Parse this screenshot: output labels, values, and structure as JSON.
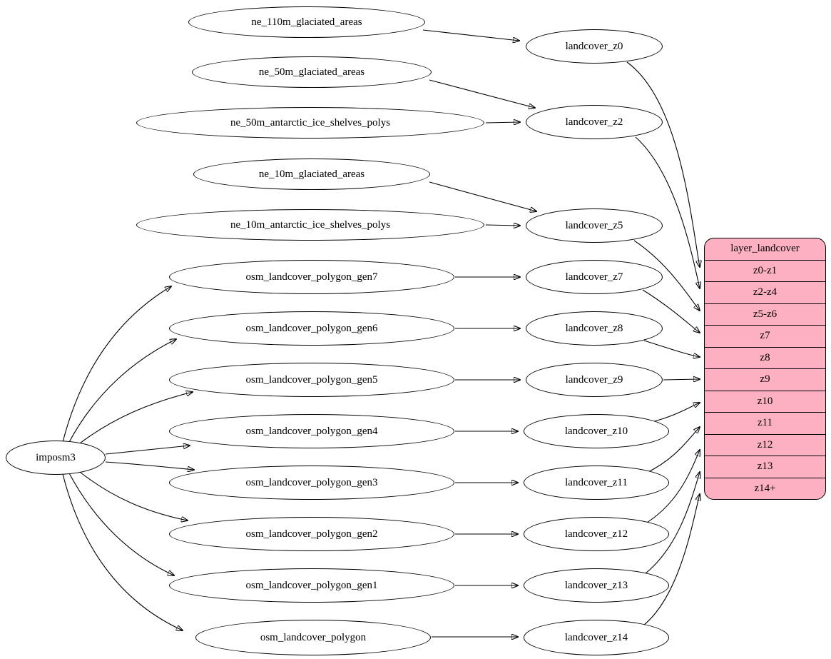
{
  "diagram_type": "graphviz-dependency-graph",
  "colors": {
    "record_fill": "#fcb0c1",
    "node_fill": "#ffffff",
    "edge_stroke": "#000000"
  },
  "nodes": {
    "imposm3": "imposm3",
    "ne_110m_glaciated_areas": "ne_110m_glaciated_areas",
    "ne_50m_glaciated_areas": "ne_50m_glaciated_areas",
    "ne_50m_antarctic_ice_shelves_polys": "ne_50m_antarctic_ice_shelves_polys",
    "ne_10m_glaciated_areas": "ne_10m_glaciated_areas",
    "ne_10m_antarctic_ice_shelves_polys": "ne_10m_antarctic_ice_shelves_polys",
    "osm_landcover_polygon_gen7": "osm_landcover_polygon_gen7",
    "osm_landcover_polygon_gen6": "osm_landcover_polygon_gen6",
    "osm_landcover_polygon_gen5": "osm_landcover_polygon_gen5",
    "osm_landcover_polygon_gen4": "osm_landcover_polygon_gen4",
    "osm_landcover_polygon_gen3": "osm_landcover_polygon_gen3",
    "osm_landcover_polygon_gen2": "osm_landcover_polygon_gen2",
    "osm_landcover_polygon_gen1": "osm_landcover_polygon_gen1",
    "osm_landcover_polygon": "osm_landcover_polygon",
    "landcover_z0": "landcover_z0",
    "landcover_z2": "landcover_z2",
    "landcover_z5": "landcover_z5",
    "landcover_z7": "landcover_z7",
    "landcover_z8": "landcover_z8",
    "landcover_z9": "landcover_z9",
    "landcover_z10": "landcover_z10",
    "landcover_z11": "landcover_z11",
    "landcover_z12": "landcover_z12",
    "landcover_z13": "landcover_z13",
    "landcover_z14": "landcover_z14"
  },
  "record": {
    "title": "layer_landcover",
    "rows": [
      "z0-z1",
      "z2-z4",
      "z5-z6",
      "z7",
      "z8",
      "z9",
      "z10",
      "z11",
      "z12",
      "z13",
      "z14+"
    ]
  },
  "edges": [
    [
      "ne_110m_glaciated_areas",
      "landcover_z0"
    ],
    [
      "ne_50m_glaciated_areas",
      "landcover_z2"
    ],
    [
      "ne_50m_antarctic_ice_shelves_polys",
      "landcover_z2"
    ],
    [
      "ne_10m_glaciated_areas",
      "landcover_z5"
    ],
    [
      "ne_10m_antarctic_ice_shelves_polys",
      "landcover_z5"
    ],
    [
      "imposm3",
      "osm_landcover_polygon_gen7"
    ],
    [
      "imposm3",
      "osm_landcover_polygon_gen6"
    ],
    [
      "imposm3",
      "osm_landcover_polygon_gen5"
    ],
    [
      "imposm3",
      "osm_landcover_polygon_gen4"
    ],
    [
      "imposm3",
      "osm_landcover_polygon_gen3"
    ],
    [
      "imposm3",
      "osm_landcover_polygon_gen2"
    ],
    [
      "imposm3",
      "osm_landcover_polygon_gen1"
    ],
    [
      "imposm3",
      "osm_landcover_polygon"
    ],
    [
      "osm_landcover_polygon_gen7",
      "landcover_z7"
    ],
    [
      "osm_landcover_polygon_gen6",
      "landcover_z8"
    ],
    [
      "osm_landcover_polygon_gen5",
      "landcover_z9"
    ],
    [
      "osm_landcover_polygon_gen4",
      "landcover_z10"
    ],
    [
      "osm_landcover_polygon_gen3",
      "landcover_z11"
    ],
    [
      "osm_landcover_polygon_gen2",
      "landcover_z12"
    ],
    [
      "osm_landcover_polygon_gen1",
      "landcover_z13"
    ],
    [
      "osm_landcover_polygon",
      "landcover_z14"
    ],
    [
      "landcover_z0",
      "layer_landcover:z0-z1"
    ],
    [
      "landcover_z2",
      "layer_landcover:z2-z4"
    ],
    [
      "landcover_z5",
      "layer_landcover:z5-z6"
    ],
    [
      "landcover_z7",
      "layer_landcover:z7"
    ],
    [
      "landcover_z8",
      "layer_landcover:z8"
    ],
    [
      "landcover_z9",
      "layer_landcover:z9"
    ],
    [
      "landcover_z10",
      "layer_landcover:z10"
    ],
    [
      "landcover_z11",
      "layer_landcover:z11"
    ],
    [
      "landcover_z12",
      "layer_landcover:z12"
    ],
    [
      "landcover_z13",
      "layer_landcover:z13"
    ],
    [
      "landcover_z14",
      "layer_landcover:z14+"
    ]
  ]
}
